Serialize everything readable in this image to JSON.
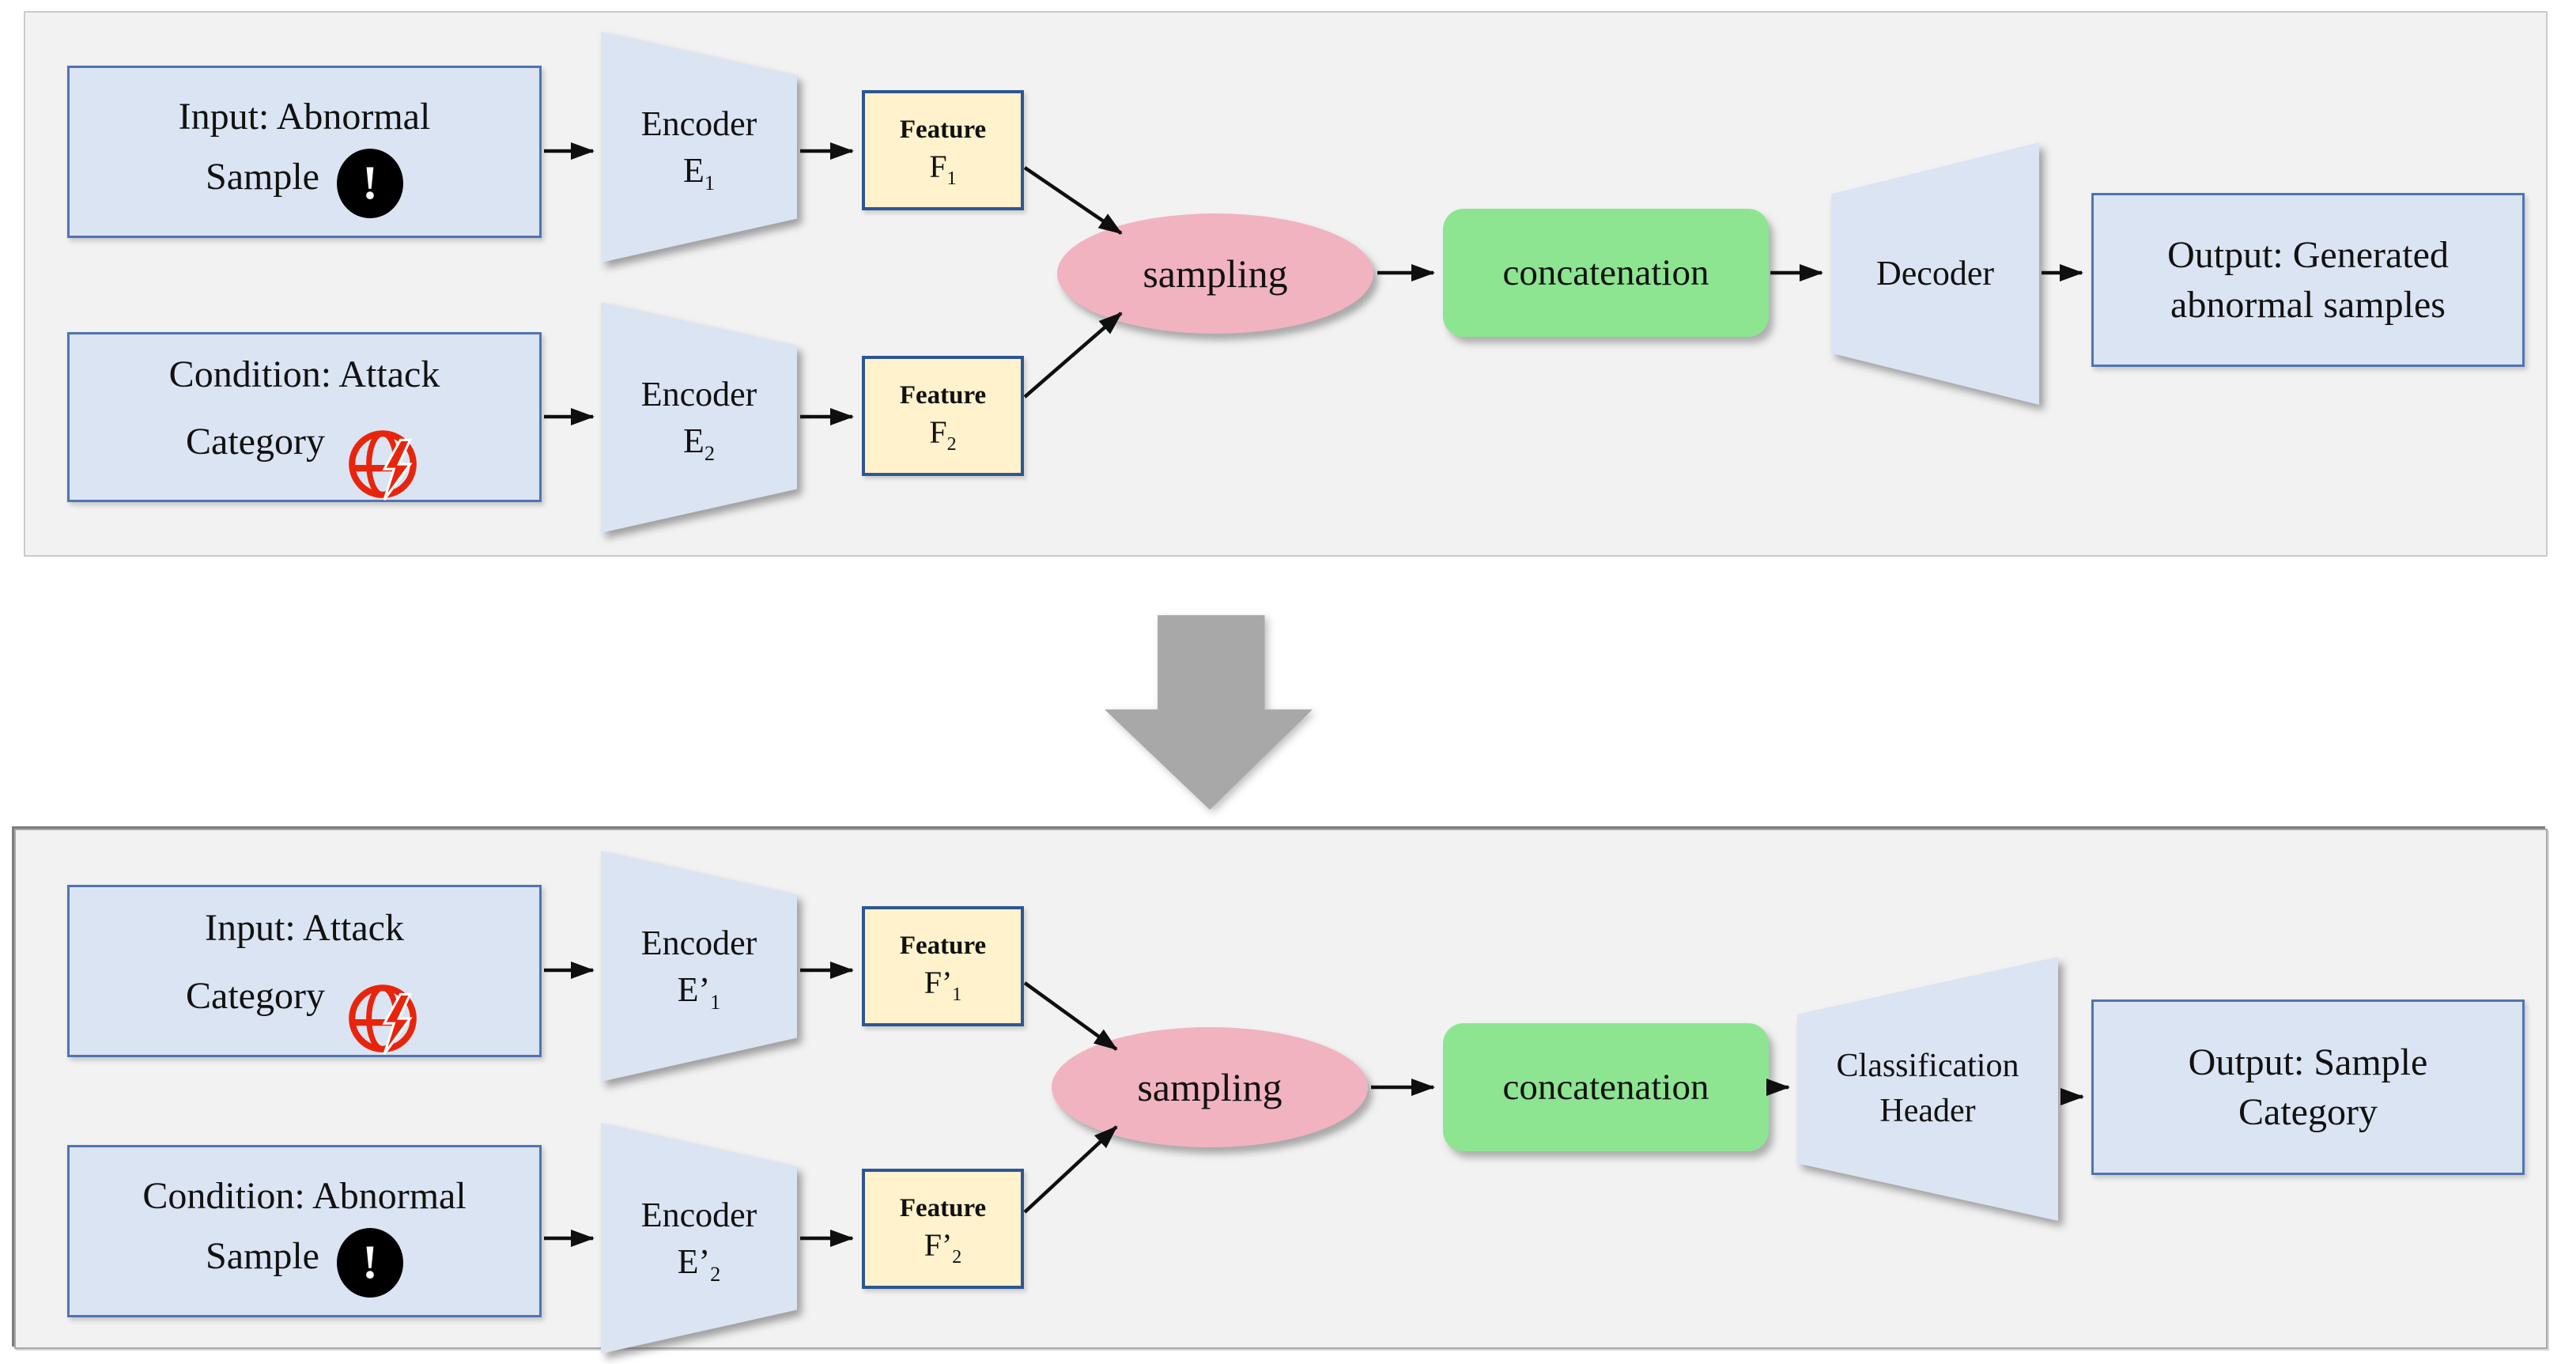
{
  "colors": {
    "panel_bg": "#f2f2f2",
    "box_blue_fill": "#dbe4f2",
    "box_blue_border": "#4f74b3",
    "feature_fill": "#fff2cc",
    "feature_border": "#2e5692",
    "sampling_pink": "#f1b3c0",
    "concat_green": "#8de591",
    "attack_red": "#e8250c",
    "big_arrow_gray": "#a8a8a8",
    "text": "#111111"
  },
  "icons": {
    "exclamation": "!"
  },
  "top": {
    "input": {
      "line1": "Input: Abnormal",
      "line2": "Sample",
      "icon": "exclamation-icon"
    },
    "condition": {
      "line1": "Condition: Attack",
      "line2": "Category",
      "icon": "attack-icon"
    },
    "encoder1": {
      "title": "Encoder",
      "base": "E",
      "prime": "",
      "sub": "1"
    },
    "encoder2": {
      "title": "Encoder",
      "base": "E",
      "prime": "",
      "sub": "2"
    },
    "feature1": {
      "title": "Feature",
      "base": "F",
      "prime": "",
      "sub": "1"
    },
    "feature2": {
      "title": "Feature",
      "base": "F",
      "prime": "",
      "sub": "2"
    },
    "sampling": "sampling",
    "concatenation": "concatenation",
    "decoder": "Decoder",
    "output": {
      "line1": "Output: Generated",
      "line2": "abnormal samples"
    }
  },
  "bottom": {
    "input": {
      "line1": "Input: Attack",
      "line2": "Category",
      "icon": "attack-icon"
    },
    "condition": {
      "line1": "Condition: Abnormal",
      "line2": "Sample",
      "icon": "exclamation-icon"
    },
    "encoder1": {
      "title": "Encoder",
      "base": "E",
      "prime": "’",
      "sub": "1"
    },
    "encoder2": {
      "title": "Encoder",
      "base": "E",
      "prime": "’",
      "sub": "2"
    },
    "feature1": {
      "title": "Feature",
      "base": "F",
      "prime": "’",
      "sub": "1"
    },
    "feature2": {
      "title": "Feature",
      "base": "F",
      "prime": "’",
      "sub": "2"
    },
    "sampling": "sampling",
    "concatenation": "concatenation",
    "classification_header": {
      "line1": "Classification",
      "line2": "Header"
    },
    "output": {
      "line1": "Output: Sample",
      "line2": "Category"
    }
  }
}
